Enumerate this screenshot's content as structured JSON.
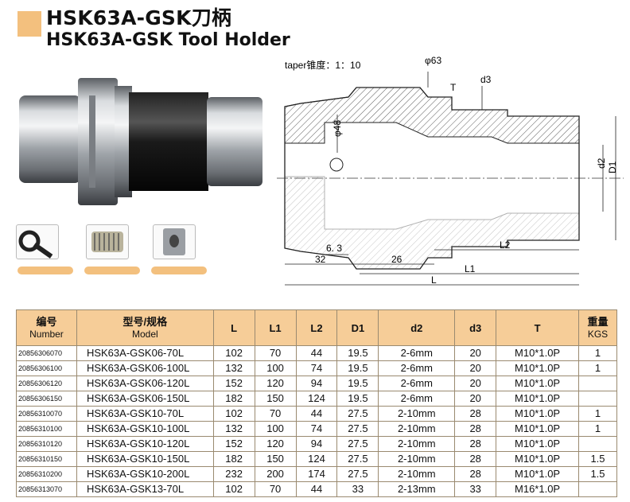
{
  "header": {
    "title_cn": "HSK63A-GSK刀柄",
    "title_en": "HSK63A-GSK Tool Holder"
  },
  "drawing": {
    "taper_label": "taper锥度：1：10",
    "dim_phi63": "φ63",
    "dim_T": "T",
    "dim_d3": "d3",
    "dim_phi48": "φ48",
    "dim_d2": "d2",
    "dim_D1": "D1",
    "dim_6_3": "6. 3",
    "dim_32": "32",
    "dim_26": "26",
    "dim_L2": "L2",
    "dim_L1": "L1",
    "dim_L": "L"
  },
  "accessories": [
    "wrench",
    "collet",
    "clamping-nut"
  ],
  "table": {
    "headers": [
      {
        "cn": "编号",
        "en": "Number"
      },
      {
        "cn": "型号/规格",
        "en": "Model"
      },
      {
        "cn": "L",
        "en": ""
      },
      {
        "cn": "L1",
        "en": ""
      },
      {
        "cn": "L2",
        "en": ""
      },
      {
        "cn": "D1",
        "en": ""
      },
      {
        "cn": "d2",
        "en": ""
      },
      {
        "cn": "d3",
        "en": ""
      },
      {
        "cn": "T",
        "en": ""
      },
      {
        "cn": "重量",
        "en": "KGS"
      }
    ],
    "rows": [
      [
        "20856306070",
        "HSK63A-GSK06-70L",
        "102",
        "70",
        "44",
        "19.5",
        "2-6mm",
        "20",
        "M10*1.0P",
        "1"
      ],
      [
        "20856306100",
        "HSK63A-GSK06-100L",
        "132",
        "100",
        "74",
        "19.5",
        "2-6mm",
        "20",
        "M10*1.0P",
        "1"
      ],
      [
        "20856306120",
        "HSK63A-GSK06-120L",
        "152",
        "120",
        "94",
        "19.5",
        "2-6mm",
        "20",
        "M10*1.0P",
        ""
      ],
      [
        "20856306150",
        "HSK63A-GSK06-150L",
        "182",
        "150",
        "124",
        "19.5",
        "2-6mm",
        "20",
        "M10*1.0P",
        ""
      ],
      [
        "20856310070",
        "HSK63A-GSK10-70L",
        "102",
        "70",
        "44",
        "27.5",
        "2-10mm",
        "28",
        "M10*1.0P",
        "1"
      ],
      [
        "20856310100",
        "HSK63A-GSK10-100L",
        "132",
        "100",
        "74",
        "27.5",
        "2-10mm",
        "28",
        "M10*1.0P",
        "1"
      ],
      [
        "20856310120",
        "HSK63A-GSK10-120L",
        "152",
        "120",
        "94",
        "27.5",
        "2-10mm",
        "28",
        "M10*1.0P",
        ""
      ],
      [
        "20856310150",
        "HSK63A-GSK10-150L",
        "182",
        "150",
        "124",
        "27.5",
        "2-10mm",
        "28",
        "M10*1.0P",
        "1.5"
      ],
      [
        "20856310200",
        "HSK63A-GSK10-200L",
        "232",
        "200",
        "174",
        "27.5",
        "2-10mm",
        "28",
        "M10*1.0P",
        "1.5"
      ],
      [
        "20856313070",
        "HSK63A-GSK13-70L",
        "102",
        "70",
        "44",
        "33",
        "2-13mm",
        "33",
        "M16*1.0P",
        ""
      ]
    ]
  }
}
